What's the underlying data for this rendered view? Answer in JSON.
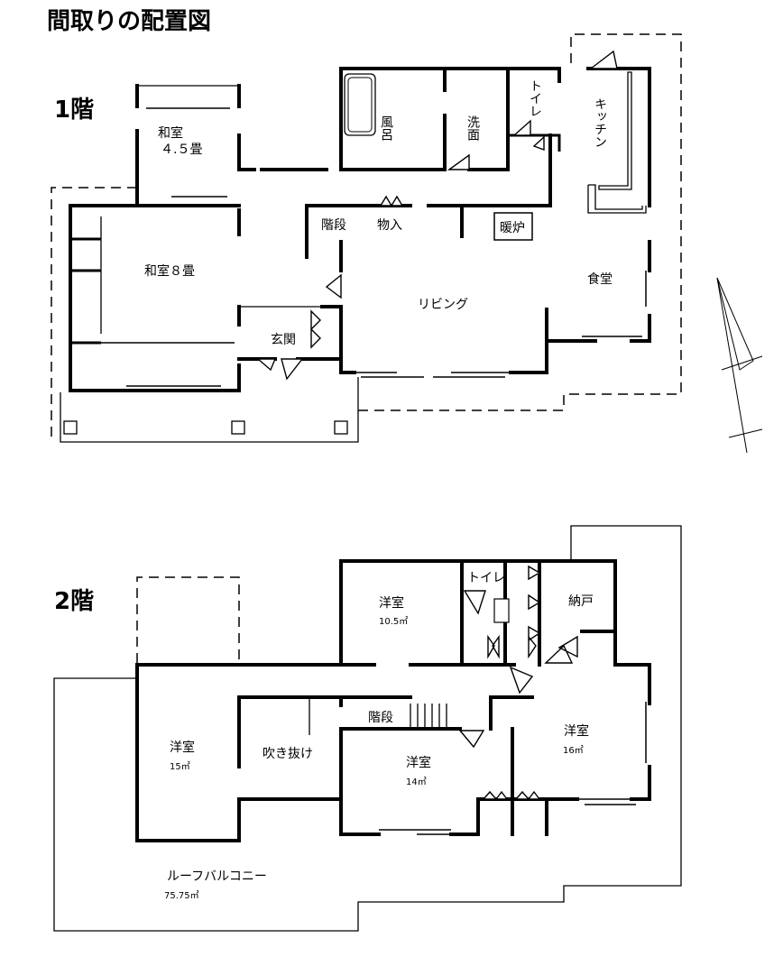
{
  "title": "間取りの配置図",
  "floor1": {
    "label": "1階",
    "rooms": {
      "washitsu45": "和室",
      "washitsu45_size": "４.５畳",
      "washitsu8": "和室８畳",
      "furo": "風呂",
      "senmen": "洗面",
      "toilet": "トイレ",
      "kitchen": "キッチン",
      "kaidan": "階段",
      "monoire": "物入",
      "danro": "暖炉",
      "living": "リビング",
      "shokudo": "食堂",
      "genkan": "玄関"
    }
  },
  "floor2": {
    "label": "2階",
    "rooms": {
      "yoshitsu_a": "洋室",
      "yoshitsu_a_size": "10.5㎡",
      "toilet": "トイレ",
      "nando": "納戸",
      "yoshitsu_b": "洋室",
      "yoshitsu_b_size": "15㎡",
      "fukinuke": "吹き抜け",
      "kaidan": "階段",
      "yoshitsu_c": "洋室",
      "yoshitsu_c_size": "14㎡",
      "yoshitsu_d": "洋室",
      "yoshitsu_d_size": "16㎡",
      "balcony": "ルーフバルコニー",
      "balcony_size": "75.75㎡"
    }
  },
  "icons": [
    "north-arrow-icon",
    "bathtub-icon",
    "door-swing-icon",
    "fireplace-icon"
  ]
}
